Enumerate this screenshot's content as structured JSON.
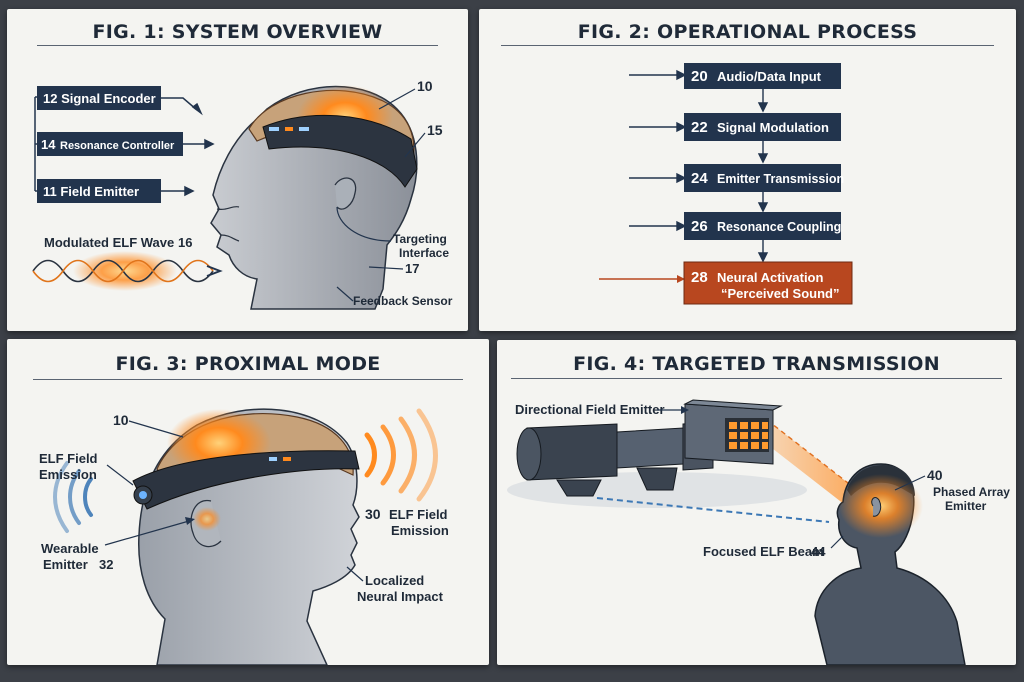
{
  "fig1": {
    "title": "FIG. 1: SYSTEM OVERVIEW",
    "box_encoder": "12 Signal Encoder",
    "box_resonance_num": "14",
    "box_resonance_text": "Resonance Controller",
    "box_emitter": "11 Field Emitter",
    "wave_label": "Modulated ELF Wave",
    "wave_num": "16",
    "ref_10": "10",
    "ref_15": "15",
    "targeting_line1": "Targeting",
    "targeting_line2": "Interface",
    "ref_17": "17",
    "feedback": "Feedback Sensor"
  },
  "fig2": {
    "title": "FIG. 2: OPERATIONAL PROCESS",
    "steps": [
      {
        "num": "20",
        "text": "Audio/Data Input"
      },
      {
        "num": "22",
        "text": "Signal Modulation"
      },
      {
        "num": "24",
        "text": "Emitter Transmission"
      },
      {
        "num": "26",
        "text": "Resonance Coupling"
      },
      {
        "num": "28",
        "text": "Neural Activation",
        "sub": "“Perceived Sound”"
      }
    ]
  },
  "fig3": {
    "title": "FIG. 3: PROXIMAL MODE",
    "ref_10": "10",
    "elf_left_1": "ELF Field",
    "elf_left_2": "Emission",
    "elf_right_num": "30",
    "elf_right_1": "ELF Field",
    "elf_right_2": "Emission",
    "wearable_1": "Wearable",
    "wearable_2": "Emitter",
    "wearable_num": "32",
    "localized_1": "Localized",
    "localized_2": "Neural Impact"
  },
  "fig4": {
    "title": "FIG. 4: TARGETED TRANSMISSION",
    "directional": "Directional Field Emitter",
    "ref_40": "40",
    "phased_1": "Phased Array",
    "phased_2": "Emitter",
    "beam_label": "Focused ELF Beam",
    "beam_num": "44"
  },
  "colors": {
    "box_navy": "#22344d",
    "box_orange": "#b8471f",
    "glow": "#ff8a1e",
    "elf_blue": "#3c78b5"
  }
}
